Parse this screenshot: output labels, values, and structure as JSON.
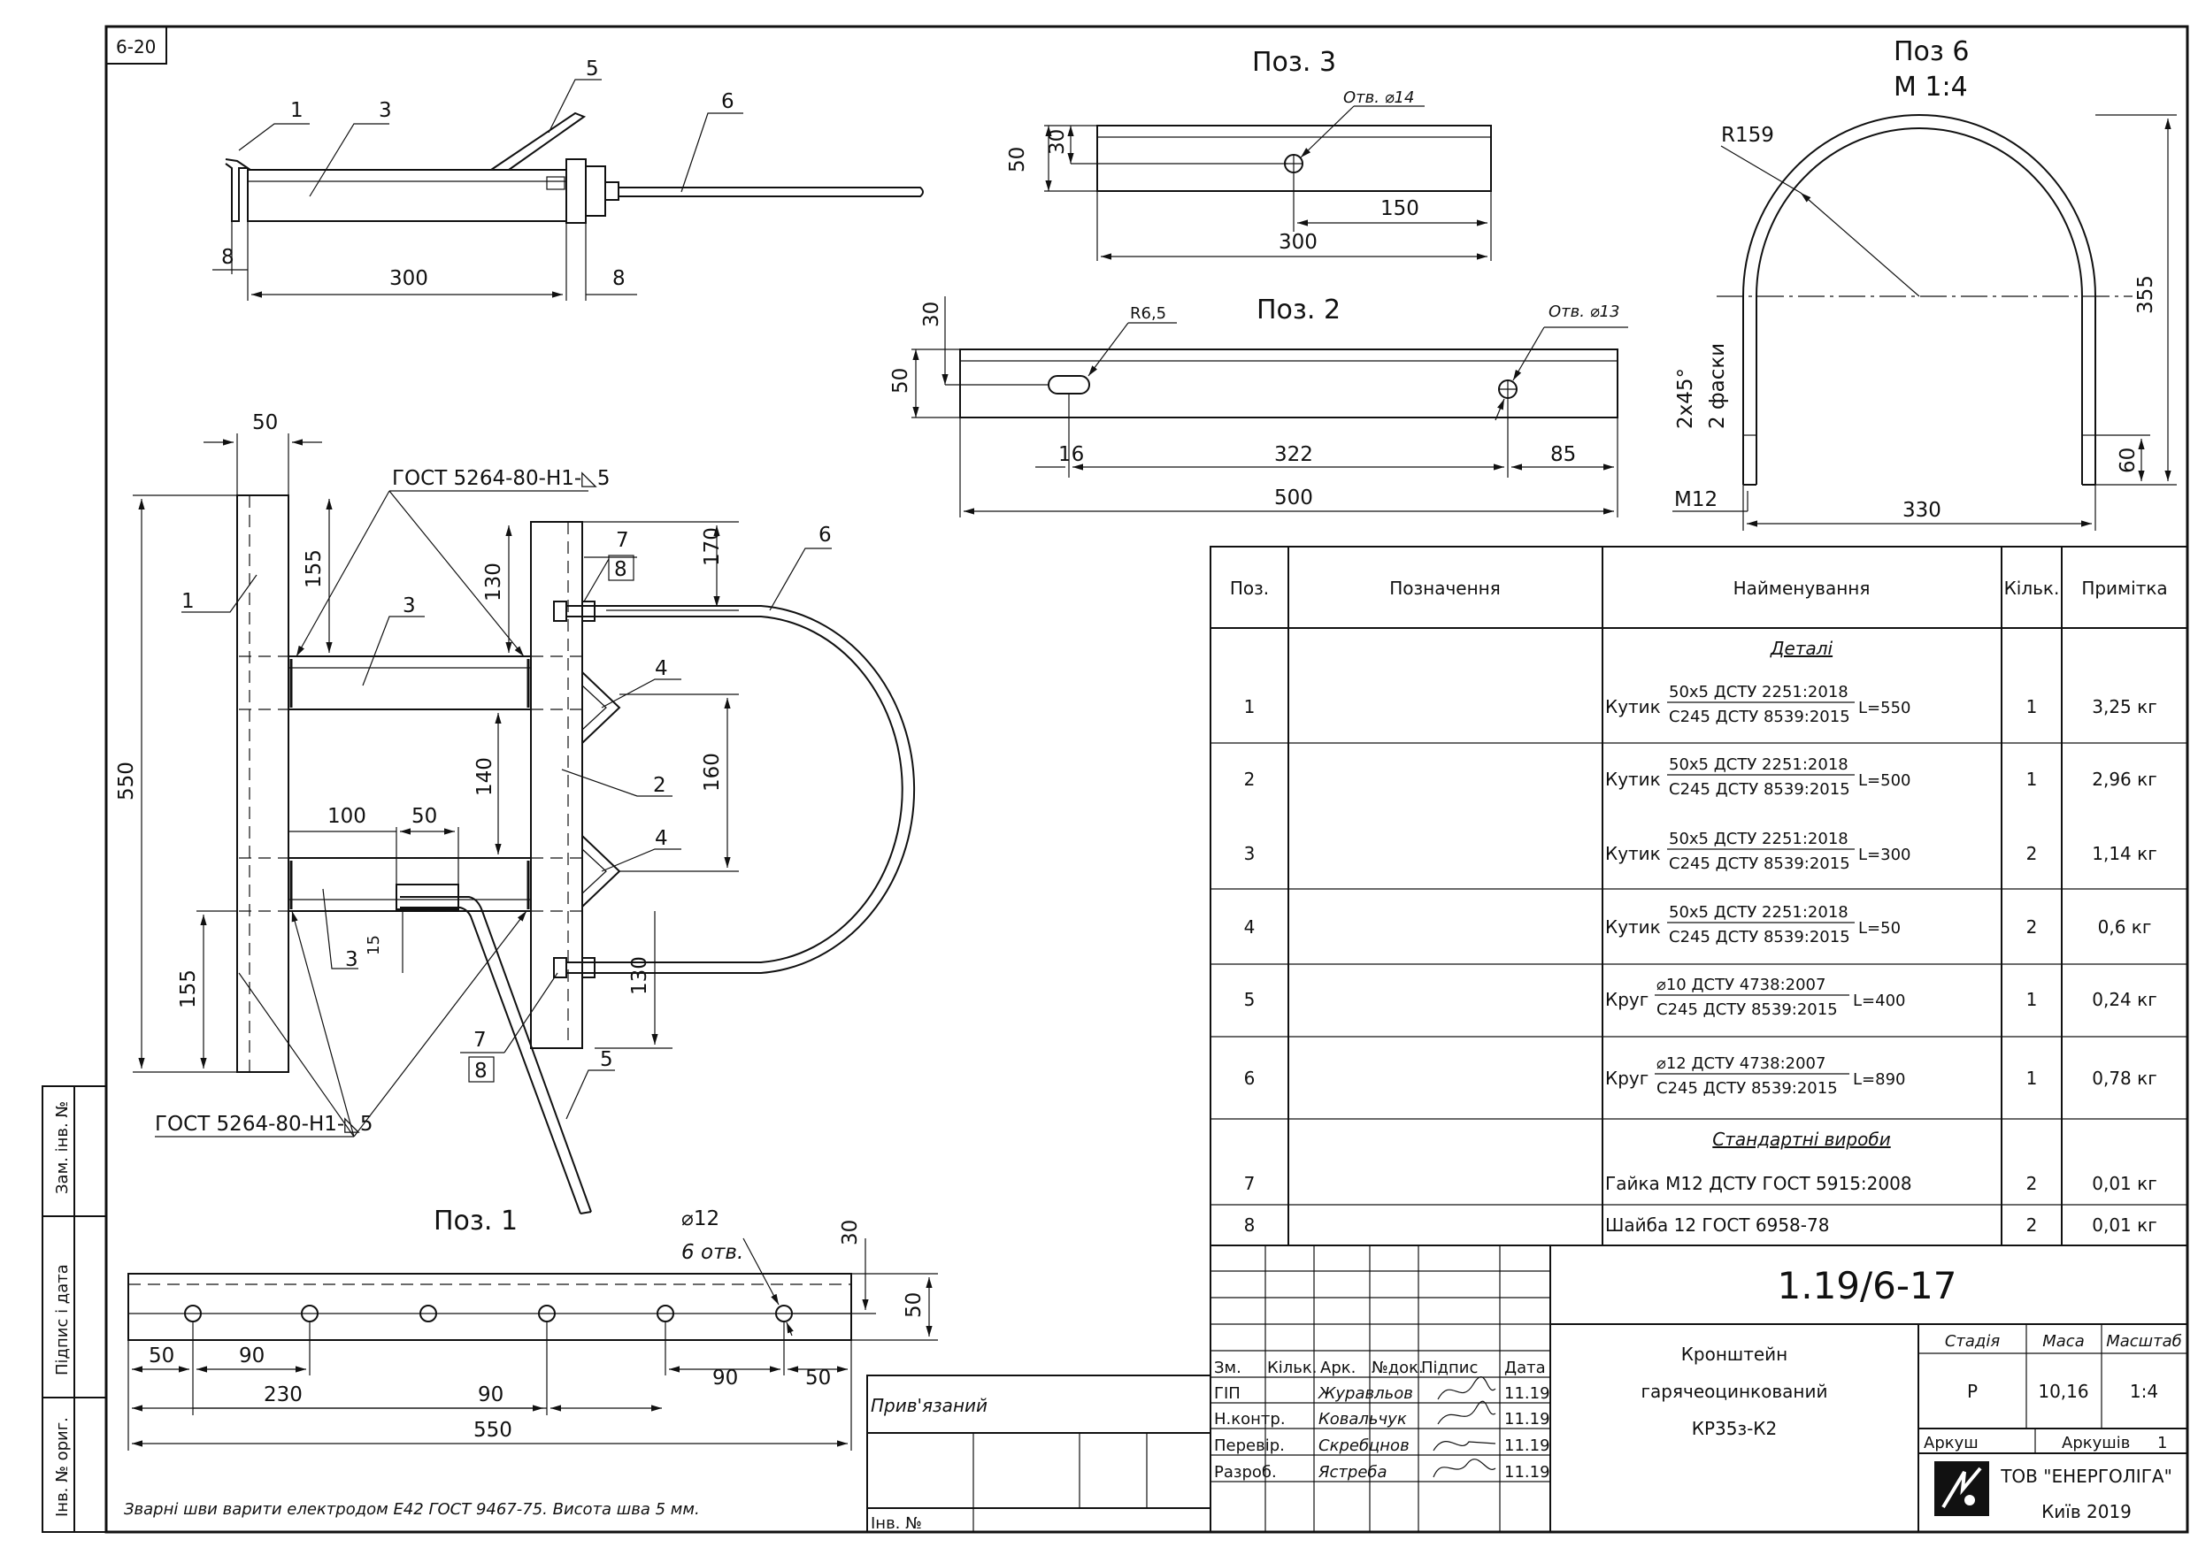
{
  "sheet": {
    "corner_number": "6-20"
  },
  "titles": {
    "poz1": "Поз. 1",
    "poz2": "Поз. 2",
    "poz3": "Поз. 3",
    "poz6": "Поз 6",
    "poz6_scale": "М 1:4"
  },
  "notes": {
    "weld_top": "ГОСТ 5264-80-Н1-◺5",
    "weld_bottom": "ГОСТ 5264-80-Н1-◺5",
    "weld_general": "Зварні шви варити електродом Е42 ГОСТ 9467-75. Висота шва 5 мм.",
    "poz2_r": "R6,5",
    "poz2_hole": "Отв. ⌀13",
    "poz3_hole": "Отв. ⌀14",
    "poz6_radius": "R159",
    "poz6_chamfer": "2х45°",
    "poz6_chamfer2": "2 фаски",
    "poz6_thread": "М12",
    "poz1_hole": "⌀12",
    "poz1_holes_count": "6 отв."
  },
  "dimensions": {
    "top_view": [
      "300",
      "8",
      "8"
    ],
    "poz3": [
      "50",
      "30",
      "150",
      "300"
    ],
    "poz2": [
      "30",
      "50",
      "16",
      "322",
      "85",
      "500"
    ],
    "poz6": [
      "355",
      "60",
      "330"
    ],
    "main": [
      "50",
      "155",
      "130",
      "170",
      "550",
      "140",
      "160",
      "100",
      "50",
      "15",
      "155",
      "130"
    ],
    "poz1": [
      "30",
      "50",
      "50",
      "90",
      "230",
      "90",
      "90",
      "50",
      "550"
    ]
  },
  "callouts": {
    "top_view": [
      "1",
      "3",
      "5",
      "6"
    ],
    "main": [
      "1",
      "3",
      "7",
      "8",
      "6",
      "4",
      "2",
      "4",
      "3",
      "7",
      "8",
      "5"
    ]
  },
  "spec_table": {
    "headers": [
      "Поз.",
      "Позначення",
      "Найменування",
      "Кільк.",
      "Примітка"
    ],
    "section_details": "Деталі",
    "section_standard": "Стандартні вироби",
    "rows": [
      {
        "pos": "1",
        "prefix": "Кутик",
        "top": "50х5 ДСТУ 2251:2018",
        "bottom": "С245 ДСТУ 8539:2015",
        "length": "L=550",
        "qty": "1",
        "note": "3,25 кг"
      },
      {
        "pos": "2",
        "prefix": "Кутик",
        "top": "50х5 ДСТУ 2251:2018",
        "bottom": "С245 ДСТУ 8539:2015",
        "length": "L=500",
        "qty": "1",
        "note": "2,96 кг"
      },
      {
        "pos": "3",
        "prefix": "Кутик",
        "top": "50х5 ДСТУ 2251:2018",
        "bottom": "С245 ДСТУ 8539:2015",
        "length": "L=300",
        "qty": "2",
        "note": "1,14 кг"
      },
      {
        "pos": "4",
        "prefix": "Кутик",
        "top": "50х5 ДСТУ 2251:2018",
        "bottom": "С245 ДСТУ 8539:2015",
        "length": "L=50",
        "qty": "2",
        "note": "0,6 кг"
      },
      {
        "pos": "5",
        "prefix": "Круг",
        "top": "⌀10 ДСТУ 4738:2007",
        "bottom": "С245 ДСТУ 8539:2015",
        "length": "L=400",
        "qty": "1",
        "note": "0,24 кг"
      },
      {
        "pos": "6",
        "prefix": "Круг",
        "top": "⌀12 ДСТУ 4738:2007",
        "bottom": "С245 ДСТУ 8539:2015",
        "length": "L=890",
        "qty": "1",
        "note": "0,78 кг"
      }
    ],
    "standard_rows": [
      {
        "pos": "7",
        "name": "Гайка М12 ДСТУ ГОСТ 5915:2008",
        "qty": "2",
        "note": "0,01 кг"
      },
      {
        "pos": "8",
        "name": "Шайба 12 ГОСТ 6958-78",
        "qty": "2",
        "note": "0,01 кг"
      }
    ]
  },
  "title_block": {
    "doc_number": "1.19/6-17",
    "name_lines": [
      "Кронштейн",
      "гарячеоцинкований",
      "КР35з-К2"
    ],
    "col_headers": [
      "Зм.",
      "Кільк.",
      "Арк.",
      "№док.",
      "Підпис",
      "Дата"
    ],
    "people": [
      {
        "role": "ГІП",
        "name": "Журавльов",
        "date": "11.19"
      },
      {
        "role": "Н.контр.",
        "name": "Ковальчук",
        "date": "11.19"
      },
      {
        "role": "Перевір.",
        "name": "Скребцнов",
        "date": "11.19"
      },
      {
        "role": "Разроб.",
        "name": "Ястреба",
        "date": "11.19"
      }
    ],
    "stage_label": "Стадія",
    "stage": "Р",
    "mass_label": "Маса",
    "mass": "10,16",
    "scale_label": "Масштаб",
    "scale": "1:4",
    "sheet_label": "Аркуш",
    "sheets_label": "Аркушів",
    "sheets": "1",
    "company": "ТОВ \"ЕНЕРГОЛІГА\"",
    "city_year": "Київ 2019"
  },
  "stamps": {
    "attached": "Прив'язаний",
    "inv_no": "Інв. №",
    "side": [
      "Зам. інв. №",
      "Підпис і дата",
      "Інв. № ориг."
    ]
  }
}
